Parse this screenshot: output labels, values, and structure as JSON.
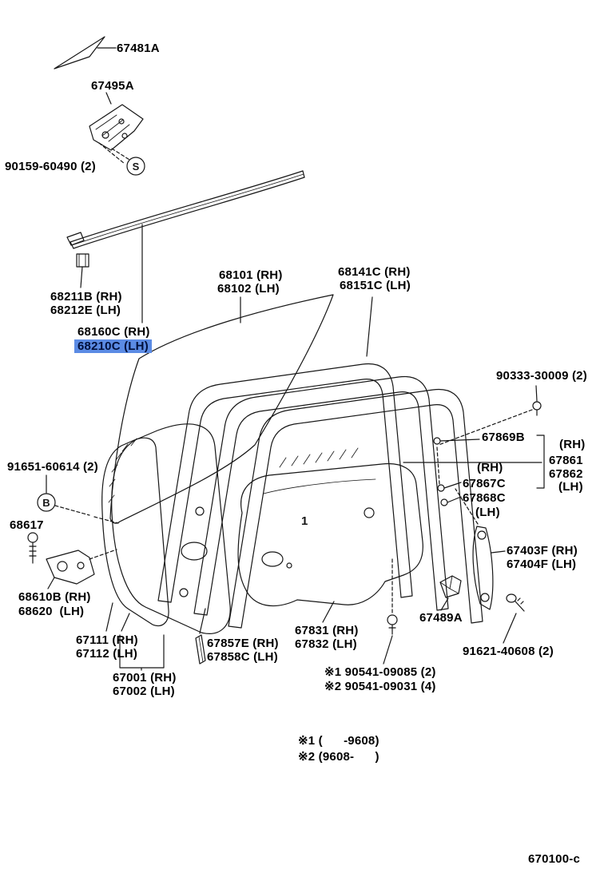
{
  "page": {
    "background": "#ffffff",
    "line_color": "#161616",
    "highlight_bg": "#5b8be4"
  },
  "labels": {
    "garnish": "67481A",
    "mirror_bracket": "67495A",
    "screw_retainer": "90159-60490 (2)",
    "symbol_s": "S",
    "belt_moulding_rh": "68211B (RH)",
    "belt_moulding_lh": "68212E (LH)",
    "belt_weatherstrip_rh": "68160C (RH)",
    "belt_weatherstrip_lh": "68210C (LH)",
    "door_glass_rh": "68101 (RH)",
    "door_glass_lh": "68102 (LH)",
    "glass_run_rh": "68141C (RH)",
    "glass_run_lh": "68151C (LH)",
    "screw_90333": "90333-30009 (2)",
    "frame_clip": "67869B",
    "frame_rh": "(RH)",
    "frame_assy_rh_no": "67861",
    "frame_assy_lh_no": "67862",
    "frame_lh": "(LH)",
    "pad_rh": "(RH)",
    "pad_67867c": "67867C",
    "pad_67868c": "67868C",
    "pad_lh": "(LH)",
    "bolt_91651": "91651-60614 (2)",
    "symbol_b": "B",
    "check_bolt": "68617",
    "check_rh": "68610B (RH)",
    "check_lh": "68620  (LH)",
    "outer_panel_rh": "67111 (RH)",
    "outer_panel_lh": "67112 (LH)",
    "cover_pad_rh": "67857E (RH)",
    "cover_pad_lh": "67858C (LH)",
    "hole_cover_rh": "67831 (RH)",
    "hole_cover_lh": "67832 (LH)",
    "door_panel_rh": "67001 (RH)",
    "door_panel_lh": "67002 (LH)",
    "note1_screw": "※1 90541-09085 (2)",
    "note2_screw": "※2 90541-09031 (4)",
    "run_channel_rh": "67403F (RH)",
    "run_channel_lh": "67404F (LH)",
    "cushion": "67489A",
    "screw_91621": "91621-40608 (2)",
    "note1_range": "※1 (      -9608)",
    "note2_range": "※2 (9608-      )",
    "drawing_mark": "1",
    "diagram_code": "670100-c"
  }
}
